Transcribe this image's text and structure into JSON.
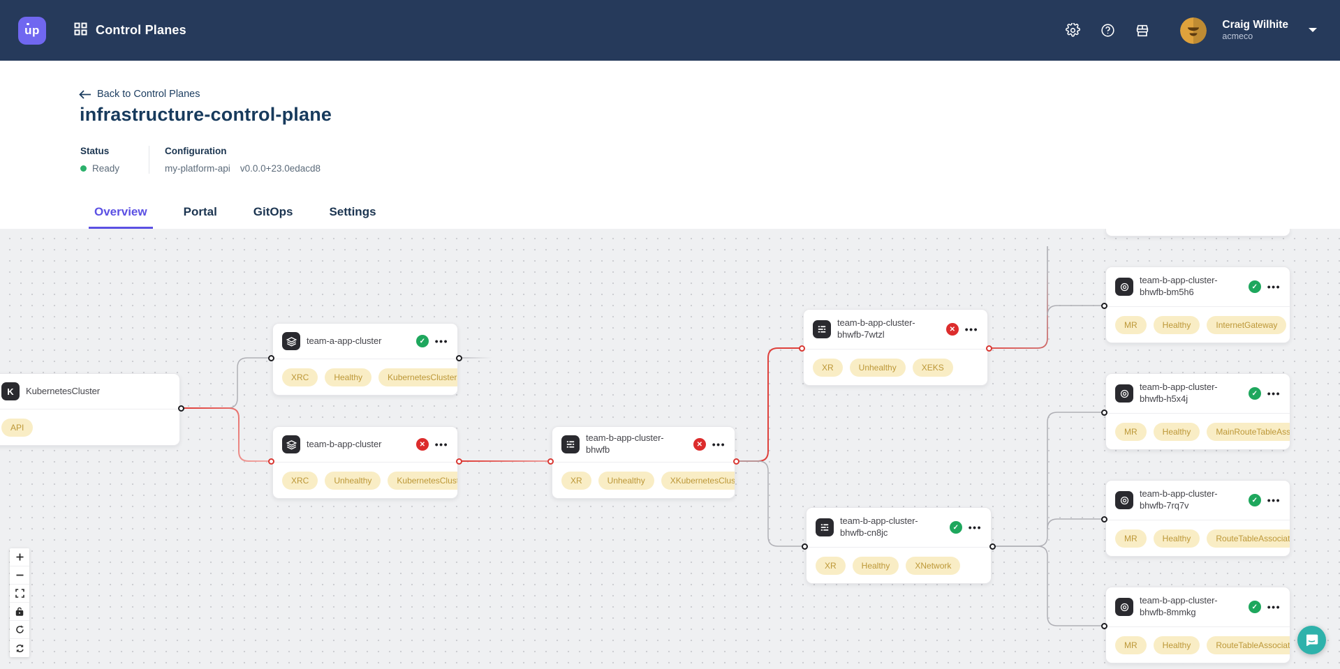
{
  "navbar": {
    "app_title": "Control Planes",
    "user_name": "Craig Wilhite",
    "user_org": "acmeco"
  },
  "header": {
    "back_label": "Back to Control Planes",
    "title": "infrastructure-control-plane",
    "status_label": "Status",
    "status_value": "Ready",
    "config_label": "Configuration",
    "config_name": "my-platform-api",
    "config_version": "v0.0.0+23.0edacd8"
  },
  "tabs": [
    {
      "label": "Overview",
      "active": true
    },
    {
      "label": "Portal",
      "active": false
    },
    {
      "label": "GitOps",
      "active": false
    },
    {
      "label": "Settings",
      "active": false
    }
  ],
  "graph": {
    "nodes": [
      {
        "title": "KubernetesCluster",
        "icon": "kubernetes-cluster",
        "badges": [
          "API"
        ],
        "status": "none"
      },
      {
        "title": "team-a-app-cluster",
        "icon": "claim",
        "badges": [
          "XRC",
          "Healthy",
          "KubernetesCluster"
        ],
        "status": "healthy"
      },
      {
        "title": "team-b-app-cluster",
        "icon": "claim",
        "badges": [
          "XRC",
          "Unhealthy",
          "KubernetesCluster"
        ],
        "status": "unhealthy"
      },
      {
        "title": "team-b-app-cluster-bhwfb",
        "icon": "composite",
        "badges": [
          "XR",
          "Unhealthy",
          "XKubernetesCluster"
        ],
        "status": "unhealthy"
      },
      {
        "title": "team-b-app-cluster-bhwfb-7wtzl",
        "icon": "composite",
        "badges": [
          "XR",
          "Unhealthy",
          "XEKS"
        ],
        "status": "unhealthy"
      },
      {
        "title": "team-b-app-cluster-bhwfb-cn8jc",
        "icon": "composite",
        "badges": [
          "XR",
          "Healthy",
          "XNetwork"
        ],
        "status": "healthy"
      },
      {
        "title": "team-b-app-cluster-bhwfb-bm5h6",
        "icon": "managed-resource",
        "badges": [
          "MR",
          "Healthy",
          "InternetGateway"
        ],
        "status": "healthy"
      },
      {
        "title": "team-b-app-cluster-bhwfb-h5x4j",
        "icon": "managed-resource",
        "badges": [
          "MR",
          "Healthy",
          "MainRouteTableAssociation"
        ],
        "status": "healthy"
      },
      {
        "title": "team-b-app-cluster-bhwfb-7rq7v",
        "icon": "managed-resource",
        "badges": [
          "MR",
          "Healthy",
          "RouteTableAssociation"
        ],
        "status": "healthy"
      },
      {
        "title": "team-b-app-cluster-bhwfb-8mmkg",
        "icon": "managed-resource",
        "badges": [
          "MR",
          "Healthy",
          "RouteTableAssociation"
        ],
        "status": "healthy"
      }
    ],
    "menu_glyph": "•••"
  },
  "colors": {
    "navbar": "#263A5B",
    "accent_purple": "#5B50E3",
    "healthy_green": "#1EA75D",
    "unhealthy_red": "#DC2C2C",
    "edge_red": "#DE413C",
    "edge_gray": "#AFAFB5",
    "badge_bg": "#F9EDC5",
    "badge_text": "#BC9737",
    "chat_teal": "#2EB2AB"
  }
}
